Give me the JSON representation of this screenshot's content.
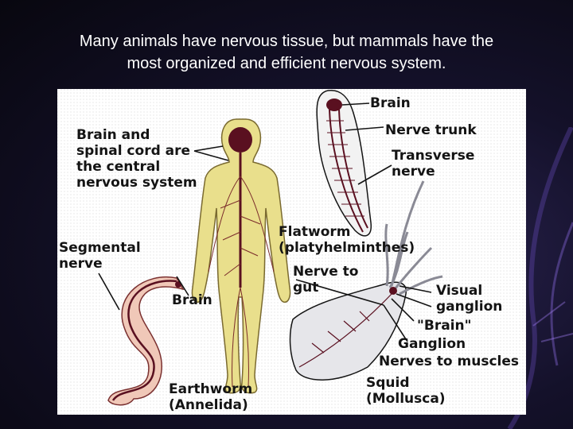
{
  "slide": {
    "title_line1": "Many animals have nervous tissue, but mammals have the",
    "title_line2": "most organized and efficient nervous system."
  },
  "diagram": {
    "human": {
      "label_line1": "Brain and",
      "label_line2": "spinal cord are",
      "label_line3": "the central",
      "label_line4": "nervous system"
    },
    "flatworm": {
      "brain": "Brain",
      "nerve_trunk": "Nerve trunk",
      "transverse_line1": "Transverse",
      "transverse_line2": "nerve",
      "name_line1": "Flatworm",
      "name_line2": "(platyhelminthes)"
    },
    "earthworm": {
      "segmental_line1": "Segmental",
      "segmental_line2": "nerve",
      "brain": "Brain",
      "name_line1": "Earthworm",
      "name_line2": "(Annelida)"
    },
    "squid": {
      "nerve_to_gut_line1": "Nerve to",
      "nerve_to_gut_line2": "gut",
      "visual_line1": "Visual",
      "visual_line2": "ganglion",
      "brain_quoted": "\"Brain\"",
      "ganglion": "Ganglion",
      "nerves_to_muscles": "Nerves to muscles",
      "name_line1": "Squid",
      "name_line2": "(Mollusca)"
    }
  },
  "colors": {
    "body_fill": "#e9df8c",
    "nerve": "#5a1020",
    "label_text": "#141414",
    "background_dark": "#0b0a16"
  }
}
